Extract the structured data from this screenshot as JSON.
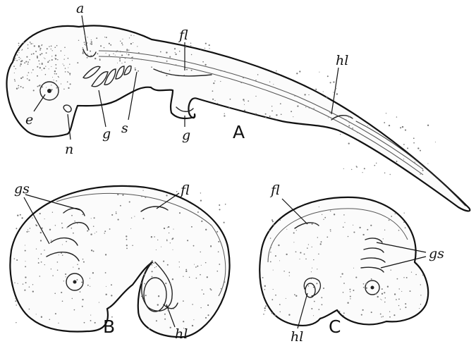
{
  "embryo_a": {
    "panel_letter": "A",
    "labels": {
      "a": "a",
      "fl": "fl",
      "hl": "hl",
      "e": "e",
      "g_gills": "g",
      "s": "s",
      "g_stalk": "g",
      "n": "n"
    }
  },
  "embryo_b": {
    "panel_letter": "B",
    "labels": {
      "gs": "gs",
      "fl": "fl",
      "hl": "hl"
    }
  },
  "embryo_c": {
    "panel_letter": "C",
    "labels": {
      "fl": "fl",
      "gs": "gs",
      "hl": "hl"
    }
  }
}
